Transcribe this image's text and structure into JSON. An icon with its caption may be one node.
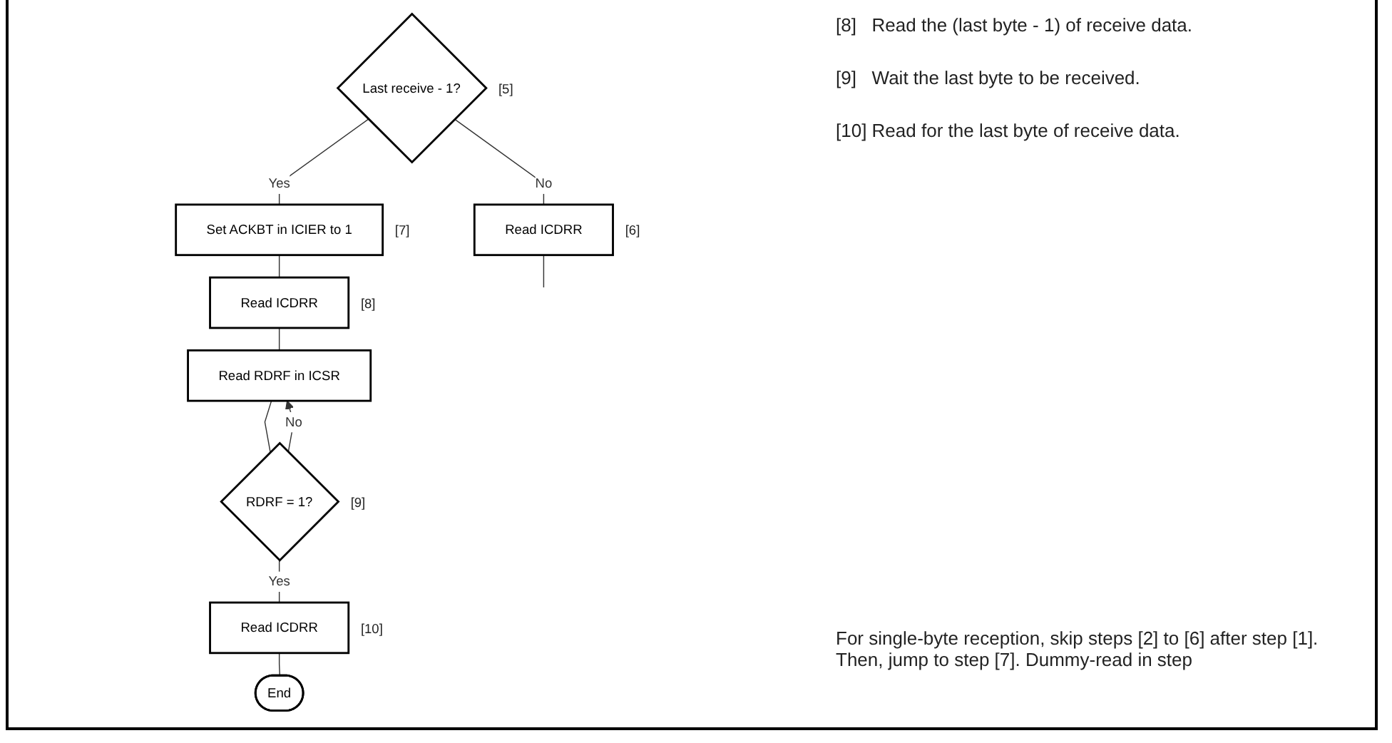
{
  "diagram": {
    "nodes": [
      {
        "text": [
          "Last receive - 1?"
        ],
        "beside": [
          "[5]"
        ]
      },
      {
        "text": [
          "Read ICDRR"
        ],
        "beside": [
          "[6]"
        ]
      },
      {
        "text": [
          "Set ACKBT in ICIER to 1"
        ],
        "beside": [
          "[7]"
        ]
      },
      {
        "text": [
          "Read ICDRR"
        ],
        "beside": [
          "[8]"
        ]
      },
      {
        "text": [
          "Read RDRF in ICSR"
        ]
      },
      {
        "text": [
          "RDRF = 1?"
        ],
        "beside": [
          "[9]"
        ]
      },
      {
        "text": [
          "Read ICDRR"
        ],
        "beside": [
          "[10]"
        ]
      },
      {
        "text": [
          "End"
        ]
      }
    ],
    "edges": [
      {
        "from": 0,
        "to": 1,
        "arrow": "none",
        "label": "No"
      },
      {
        "from": 1,
        "to": null,
        "arrow": "none"
      },
      {
        "from": 0,
        "to": 2,
        "arrow": "none",
        "label": "Yes"
      },
      {
        "from": 2,
        "to": 3,
        "arrow": "none"
      },
      {
        "from": 3,
        "to": 4,
        "arrow": "none"
      },
      {
        "from": 4,
        "to": 5,
        "arrow": "none"
      },
      {
        "from": 5,
        "to": 4,
        "arrow": "to",
        "label": "No"
      },
      {
        "from": 5,
        "to": 6,
        "arrow": "none",
        "label": "Yes"
      },
      {
        "from": 6,
        "to": 7,
        "arrow": "none"
      }
    ],
    "labels": [
      "[8]   Read the (last byte - 1) of receive data.",
      "[9]   Wait the last byte to be received.",
      "[10] Read for the last byte of receive data.",
      "For single-byte reception, skip steps [2] to [6] after step [1]. Then, jump to step [7]. Dummy-read in step"
    ]
  }
}
